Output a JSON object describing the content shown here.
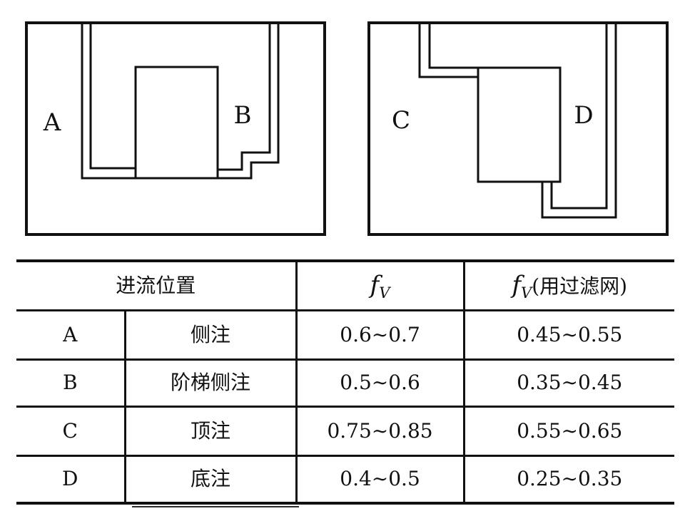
{
  "diagrams": {
    "left": {
      "label_a": "A",
      "label_b": "B"
    },
    "right": {
      "label_c": "C",
      "label_d": "D"
    }
  },
  "table": {
    "header": {
      "position": "进流位置",
      "f_italic": "f",
      "f_sub": "V",
      "filter_suffix": "(用过滤网)"
    },
    "rows": [
      {
        "letter": "A",
        "position": "侧注",
        "fv": "0.6∼0.7",
        "fv_filter": "0.45∼0.55"
      },
      {
        "letter": "B",
        "position": "阶梯侧注",
        "fv": "0.5∼0.6",
        "fv_filter": "0.35∼0.45"
      },
      {
        "letter": "C",
        "position": "顶注",
        "fv": "0.75∼0.85",
        "fv_filter": "0.55∼0.65"
      },
      {
        "letter": "D",
        "position": "底注",
        "fv": "0.4∼0.5",
        "fv_filter": "0.25∼0.35"
      }
    ]
  },
  "colors": {
    "ink": "#111111",
    "background": "#ffffff"
  }
}
